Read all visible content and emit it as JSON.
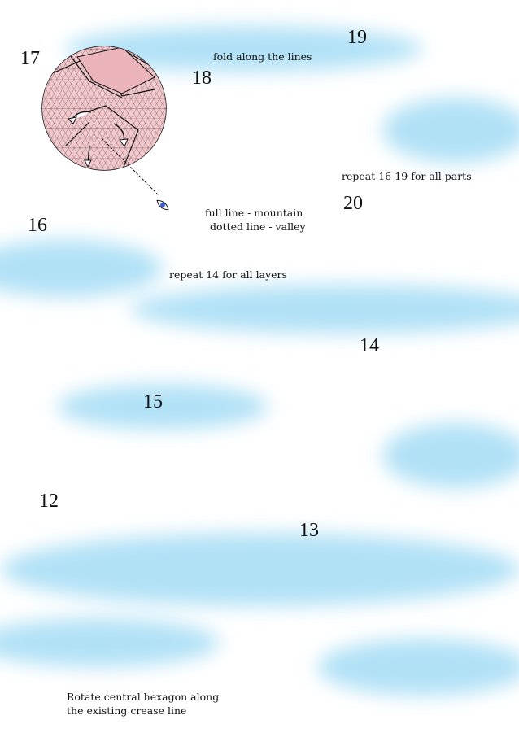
{
  "steps": {
    "s17": "17",
    "s18": "18",
    "s19": "19",
    "s16": "16",
    "s20": "20",
    "s15": "15",
    "s14": "14",
    "s12": "12",
    "s13": "13"
  },
  "captions": {
    "fold_lines": "fold along the lines",
    "legend_mountain": "full line - mountain",
    "legend_valley": "dotted line - valley",
    "repeat_16_19": "repeat 16-19 for all parts",
    "repeat_14": "repeat 14 for all layers",
    "rotate_1": "Rotate central hexagon along",
    "rotate_2": "the existing crease line"
  },
  "colors": {
    "paper": "#f4c9cd",
    "paper_edge": "#1a1a1a",
    "grid": "#6e5a60",
    "sky": "#8fd3f2",
    "dot_red": "#d0222b",
    "dot_blue": "#6d7fe6"
  },
  "icons": [
    "eye-icon",
    "zigzag-icon",
    "curved-arrow-icon",
    "push-arrow-icon"
  ]
}
